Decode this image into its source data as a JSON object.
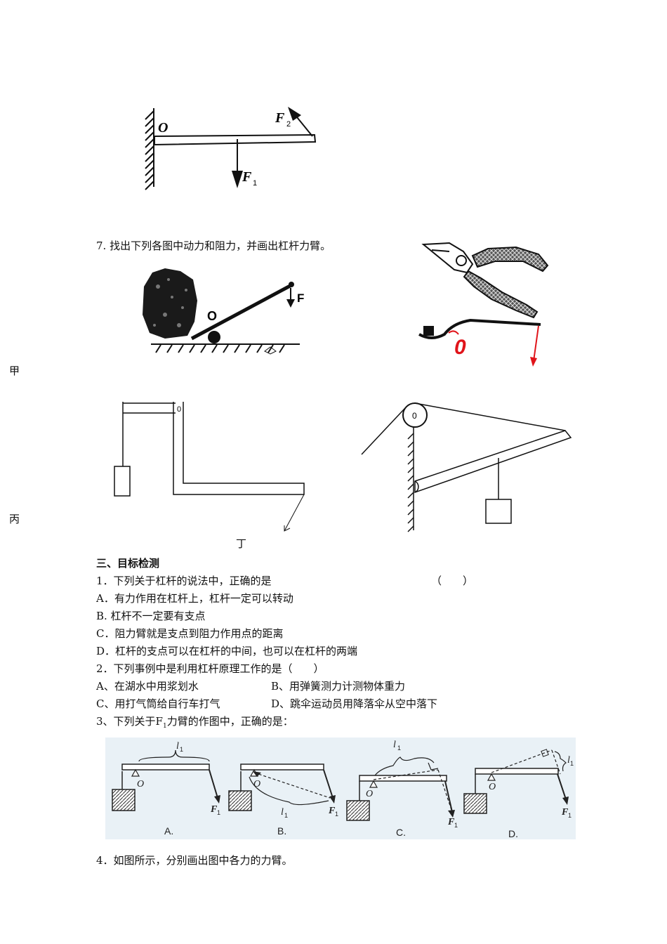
{
  "fig_top": {
    "label_o": "O",
    "label_f2": "F",
    "label_f2_sub": "2",
    "label_f1": "F",
    "label_f1_sub": "1"
  },
  "q7": {
    "text": "7. 找出下列各图中动力和阻力，并画出杠杆力臂。",
    "label_o": "O",
    "label_f": "F"
  },
  "pliers": {
    "label_o": "0"
  },
  "side_labels": {
    "jia": "甲",
    "bing": "丙",
    "ding": "丁"
  },
  "fig_bing": {
    "label_o": "0"
  },
  "fig_ding": {
    "label_o": "0"
  },
  "section3": {
    "heading": "三、目标检测"
  },
  "q1": {
    "stem": "1．下列关于杠杆的说法中，正确的是",
    "bracket": "（　　）",
    "options": [
      "A．有力作用在杠杆上，杠杆一定可以转动",
      "B. 杠杆不一定要有支点",
      "C．阻力臂就是支点到阻力作用点的距离",
      "D．杠杆的支点可以在杠杆的中间，也可以在杠杆的两端"
    ]
  },
  "q2": {
    "stem": "2．下列事例中是利用杠杆原理工作的是（　　）",
    "options": [
      "A、在湖水中用浆划水",
      "B、用弹簧测力计测物体重力",
      "C、用打气筒给自行车打气",
      "D、跳伞运动员用降落伞从空中落下"
    ]
  },
  "q3": {
    "stem_pre": "3、下列关于F",
    "stem_sub": "1",
    "stem_post": "力臂的作图中，正确的是：",
    "panels": [
      {
        "caption": "A.",
        "l": "l",
        "l_sub": "1",
        "o": "O",
        "f": "F",
        "f_sub": "1"
      },
      {
        "caption": "B.",
        "l": "l",
        "l_sub": "1",
        "o": "O",
        "f": "F",
        "f_sub": "1"
      },
      {
        "caption": "C.",
        "l": "l",
        "l_sub": "1",
        "o": "O",
        "f": "F",
        "f_sub": "1"
      },
      {
        "caption": "D.",
        "l": "l",
        "l_sub": "1",
        "o": "O",
        "f": "F",
        "f_sub": "1"
      }
    ],
    "bg_color": "#e9f1f6"
  },
  "q4": {
    "text": "4．如图所示，分别画出图中各力的力臂。"
  },
  "colors": {
    "red": "#e0141a",
    "ink": "#111111"
  }
}
